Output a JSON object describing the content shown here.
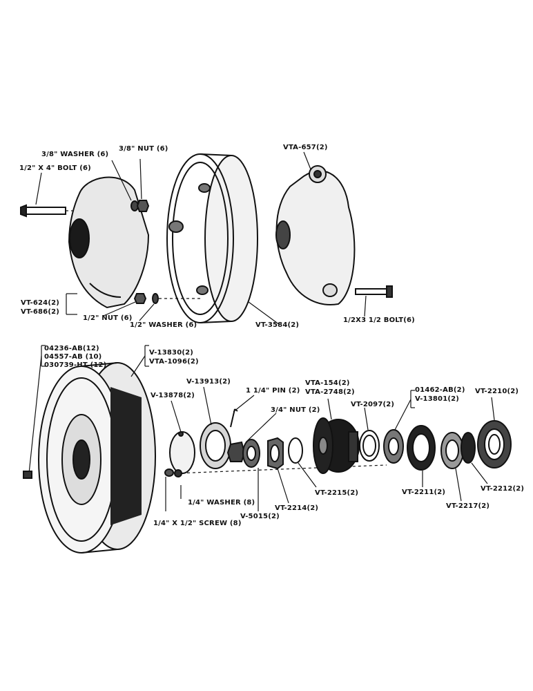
{
  "labels": {
    "washer_3_8": "3/8\" WASHER (6)",
    "nut_3_8": "3/8\" NUT (6)",
    "bolt_1_2x4": "1/2\" X 4\" BOLT (6)",
    "vta_657": "VTA-657(2)",
    "vt_624": "VT-624(2)",
    "vt_686": "VT-686(2)",
    "nut_1_2": "1/2\" NUT (6)",
    "washer_1_2": "1/2\" WASHER (6)",
    "vt_3584": "VT-3584(2)",
    "bolt_1_2x3_1_2": "1/2X3 1/2 BOLT(6)",
    "p04236": "04236-AB(12)",
    "p04557": "04557-AB (10)",
    "p030739": "030739-HT (12)",
    "v_13830": "V-13830(2)",
    "vta_1096": "VTA-1096(2)",
    "v_13913": "V-13913(2)",
    "v_13878": "V-13878(2)",
    "pin_1_1_4": "1 1/4\" PIN (2)",
    "nut_3_4": "3/4\" NUT (2)",
    "vta_154": "VTA-154(2)",
    "vta_2748": "VTA-2748(2)",
    "vt_2097": "VT-2097(2)",
    "p01462": "01462-AB(2)",
    "v_13801": "V-13801(2)",
    "vt_2210": "VT-2210(2)",
    "washer_1_4": "1/4\" WASHER (8)",
    "screw_1_4x1_2": "1/4\" X 1/2\" SCREW (8)",
    "v_5015": "V-5015(2)",
    "vt_2214": "VT-2214(2)",
    "vt_2215": "VT-2215(2)",
    "vt_2211": "VT-2211(2)",
    "vt_2217": "VT-2217(2)",
    "vt_2212": "VT-2212(2)"
  }
}
